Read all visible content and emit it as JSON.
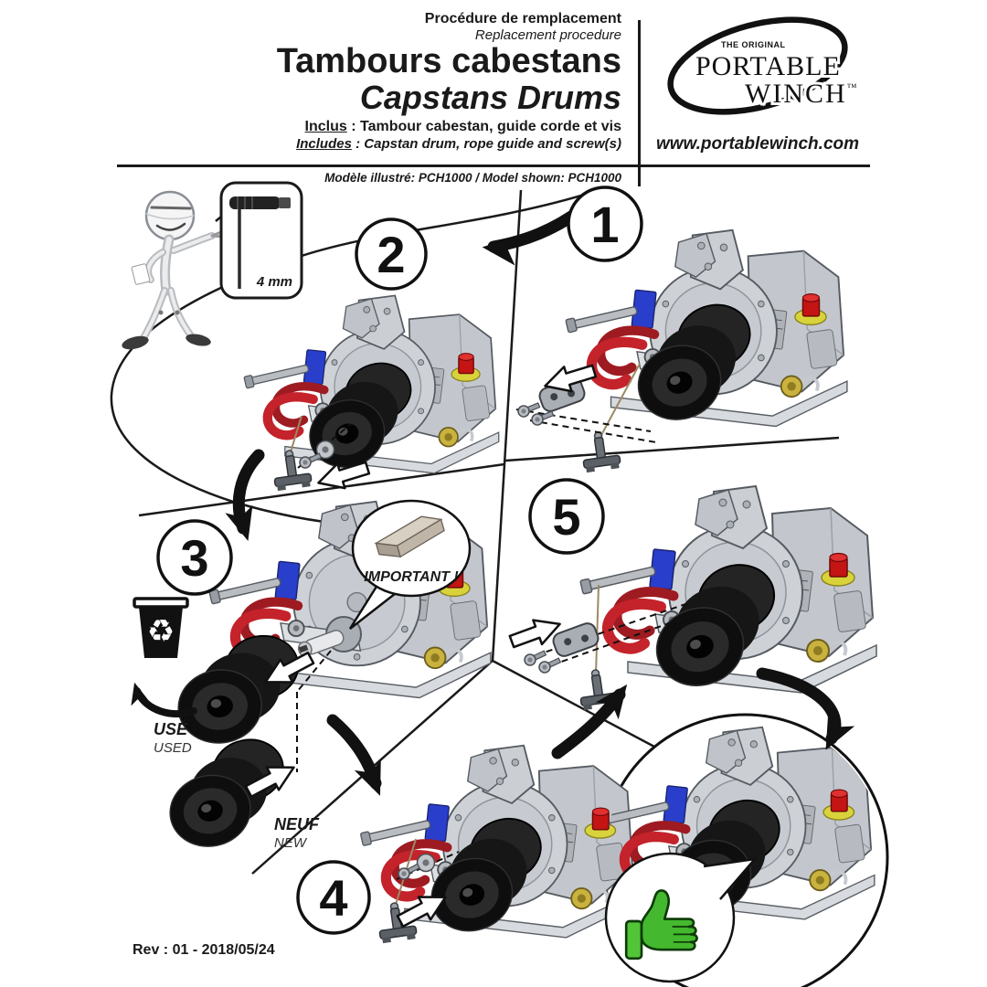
{
  "document": {
    "header": {
      "procedure_fr": "Procédure de remplacement",
      "procedure_en": "Replacement procedure",
      "title_fr": "Tambours cabestans",
      "title_en": "Capstans Drums",
      "includes_fr": {
        "label": "Inclus",
        "text": " : Tambour cabestan, guide corde et vis"
      },
      "includes_en": {
        "label": "Includes",
        "text": " : Capstan drum, rope guide and screw(s)"
      },
      "model_note": "Modèle illustré: PCH1000 / Model shown: PCH1000"
    },
    "brand": {
      "tagline": "THE ORIGINAL",
      "word1": "PORTABLE",
      "word2": "WINCH",
      "trademark": "™",
      "website": "www.portablewinch.com"
    },
    "tool_callout": {
      "size": "4 mm"
    },
    "steps": [
      "1",
      "2",
      "3",
      "4",
      "5"
    ],
    "callouts": {
      "important": "IMPORTANT !",
      "used_fr": "USÉ",
      "used_en": "USED",
      "new_fr": "NEUF",
      "new_en": "NEW",
      "recycle_symbol": "♻"
    },
    "footer": {
      "revision": "Rev : 01 - 2018/05/24"
    },
    "colors": {
      "hook_red": "#c4232b",
      "estop_red": "#c41414",
      "mount_blue": "#2a3ecc",
      "thumb_green": "#44b82e",
      "drum_black": "#0e0e0e",
      "housing_gray": "#ced2d7",
      "key_tan": "#d8d0c2"
    }
  }
}
